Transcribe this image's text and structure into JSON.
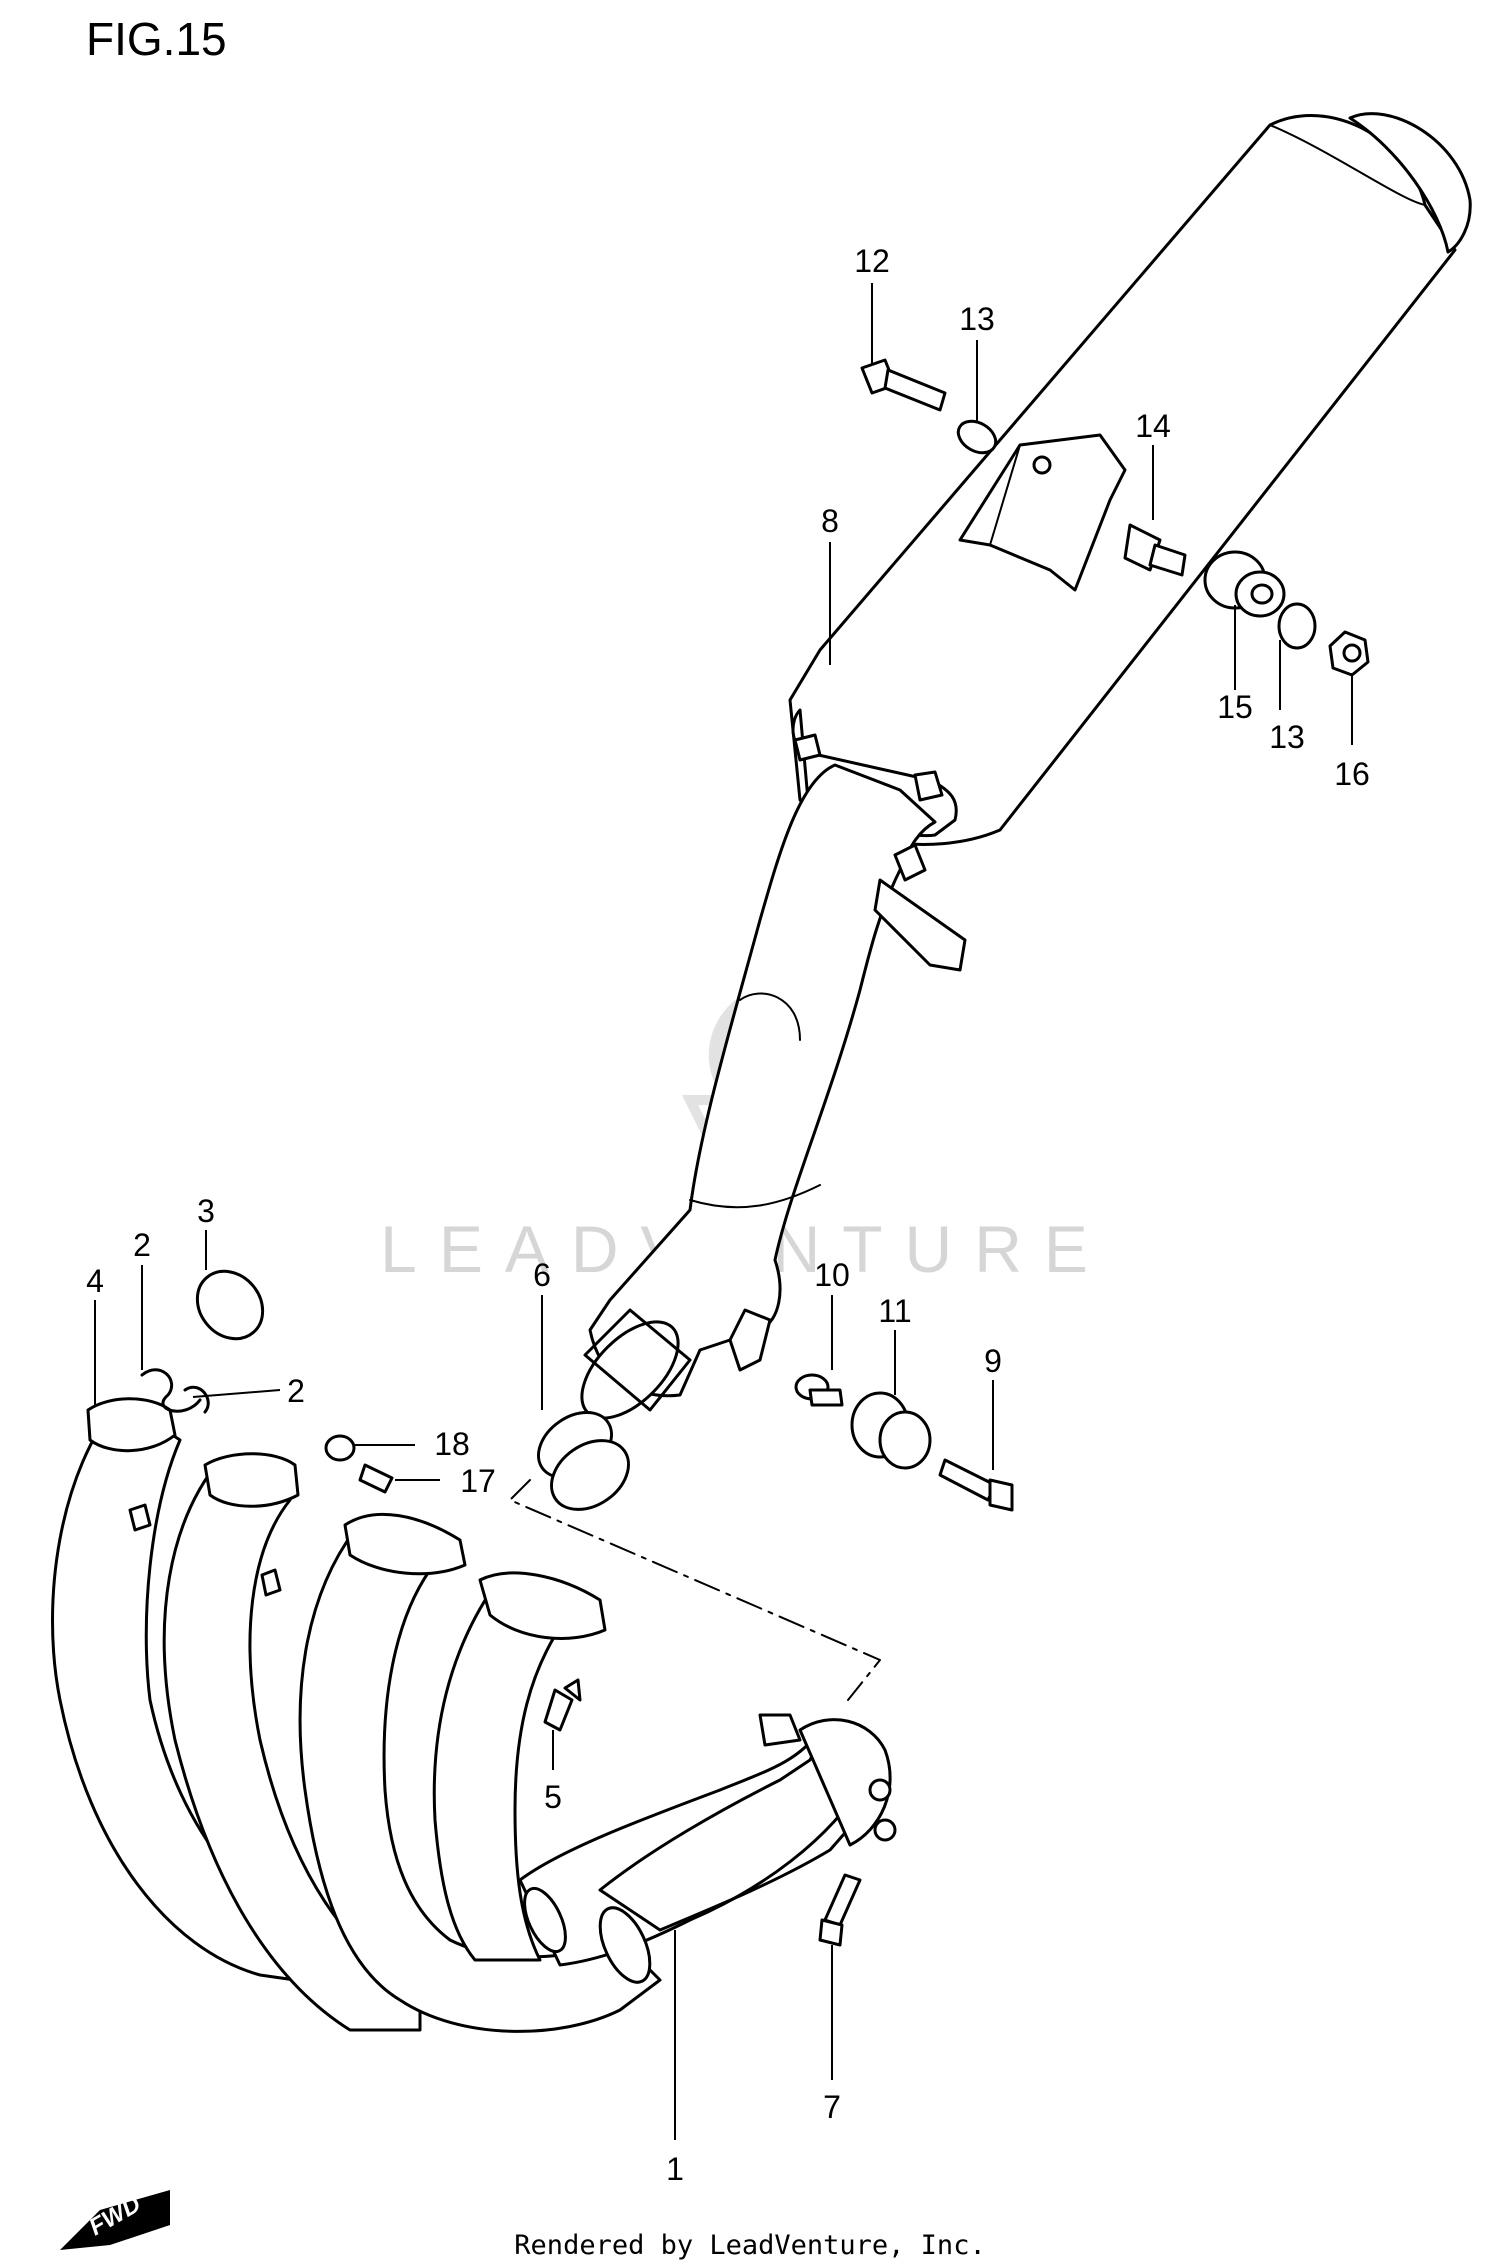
{
  "figure": {
    "title": "FIG.15",
    "credit": "Rendered by LeadVenture, Inc.",
    "watermark": "LEADVENTURE",
    "direction_badge": "FWD",
    "colors": {
      "line": "#000000",
      "background": "#ffffff",
      "watermark": "#d6d6d6"
    }
  },
  "callouts": [
    {
      "id": "c1",
      "label": "1"
    },
    {
      "id": "c2a",
      "label": "2"
    },
    {
      "id": "c2b",
      "label": "2"
    },
    {
      "id": "c3",
      "label": "3"
    },
    {
      "id": "c4",
      "label": "4"
    },
    {
      "id": "c5",
      "label": "5"
    },
    {
      "id": "c6",
      "label": "6"
    },
    {
      "id": "c7",
      "label": "7"
    },
    {
      "id": "c8",
      "label": "8"
    },
    {
      "id": "c9",
      "label": "9"
    },
    {
      "id": "c10",
      "label": "10"
    },
    {
      "id": "c11",
      "label": "11"
    },
    {
      "id": "c12",
      "label": "12"
    },
    {
      "id": "c13a",
      "label": "13"
    },
    {
      "id": "c13b",
      "label": "13"
    },
    {
      "id": "c14",
      "label": "14"
    },
    {
      "id": "c15",
      "label": "15"
    },
    {
      "id": "c16",
      "label": "16"
    },
    {
      "id": "c17",
      "label": "17"
    },
    {
      "id": "c18",
      "label": "18"
    }
  ]
}
